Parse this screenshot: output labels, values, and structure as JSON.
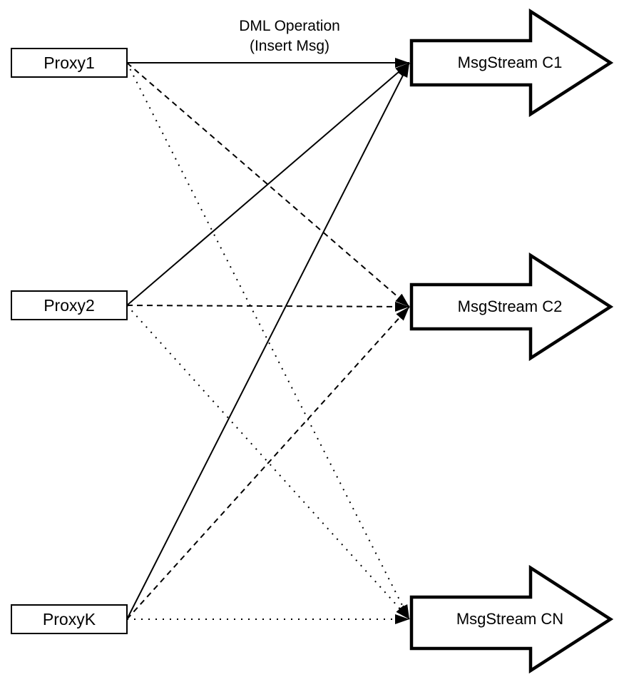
{
  "caption": {
    "line1": "DML Operation",
    "line2": "(Insert Msg)"
  },
  "proxies": [
    {
      "label": "Proxy1"
    },
    {
      "label": "Proxy2"
    },
    {
      "label": "ProxyK"
    }
  ],
  "streams": [
    {
      "label": "MsgStream C1"
    },
    {
      "label": "MsgStream C2"
    },
    {
      "label": "MsgStream CN"
    }
  ],
  "connections": [
    {
      "from": "Proxy1",
      "to": "MsgStream C1",
      "style": "solid"
    },
    {
      "from": "Proxy2",
      "to": "MsgStream C1",
      "style": "solid"
    },
    {
      "from": "ProxyK",
      "to": "MsgStream C1",
      "style": "solid"
    },
    {
      "from": "Proxy1",
      "to": "MsgStream C2",
      "style": "dashed"
    },
    {
      "from": "Proxy2",
      "to": "MsgStream C2",
      "style": "dashed"
    },
    {
      "from": "ProxyK",
      "to": "MsgStream C2",
      "style": "dashed"
    },
    {
      "from": "Proxy1",
      "to": "MsgStream CN",
      "style": "dotted"
    },
    {
      "from": "Proxy2",
      "to": "MsgStream CN",
      "style": "dotted"
    },
    {
      "from": "ProxyK",
      "to": "MsgStream CN",
      "style": "dotted"
    }
  ],
  "colors": {
    "stroke": "#000000",
    "background": "#ffffff"
  }
}
